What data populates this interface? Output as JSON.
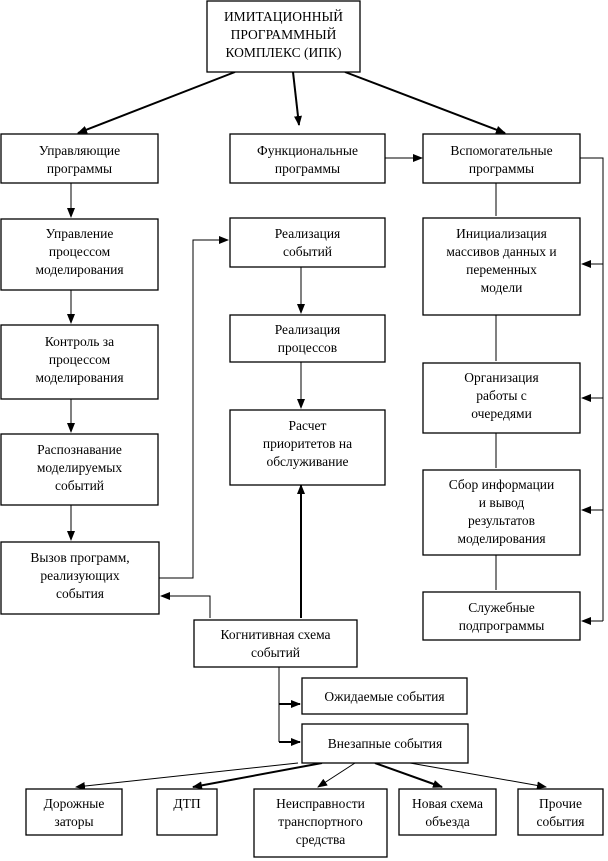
{
  "nodes": {
    "root": [
      "ИМИТАЦИОННЫЙ",
      "ПРОГРАММНЫЙ",
      "КОМПЛЕКС (ИПК)"
    ],
    "control_programs": [
      "Управляющие",
      "программы"
    ],
    "functional_programs": [
      "Функциональные",
      "программы"
    ],
    "auxiliary_programs": [
      "Вспомогательные",
      "программы"
    ],
    "process_management": [
      "Управление",
      "процессом",
      "моделирования"
    ],
    "process_control": [
      "Контроль за",
      "процессом",
      "моделирования"
    ],
    "event_recognition": [
      "Распознавание",
      "моделируемых",
      "событий"
    ],
    "program_call": [
      "Вызов программ,",
      "реализующих",
      "события"
    ],
    "event_realization": [
      "Реализация",
      "событий"
    ],
    "process_realization": [
      "Реализация",
      "процессов"
    ],
    "priority_calc": [
      "Расчет",
      "приоритетов на",
      "обслуживание"
    ],
    "array_init": [
      "Инициализация",
      "массивов данных и",
      "переменных",
      "модели"
    ],
    "queue_work": [
      "Организация",
      "работы с",
      "очередями"
    ],
    "info_collection": [
      "Сбор информации",
      "и вывод",
      "результатов",
      "моделирования"
    ],
    "service_subprograms": [
      "Служебные",
      "подпрограммы"
    ],
    "cognitive_scheme": [
      "Когнитивная схема",
      "событий"
    ],
    "expected_events": [
      "Ожидаемые события"
    ],
    "sudden_events": [
      "Внезапные события"
    ],
    "traffic_jams": [
      "Дорожные",
      "заторы"
    ],
    "accident": [
      "ДТП"
    ],
    "vehicle_failure": [
      "Неисправности",
      "транспортного",
      "средства"
    ],
    "detour": [
      "Новая схема",
      "объезда"
    ],
    "other_events": [
      "Прочие",
      "события"
    ]
  }
}
